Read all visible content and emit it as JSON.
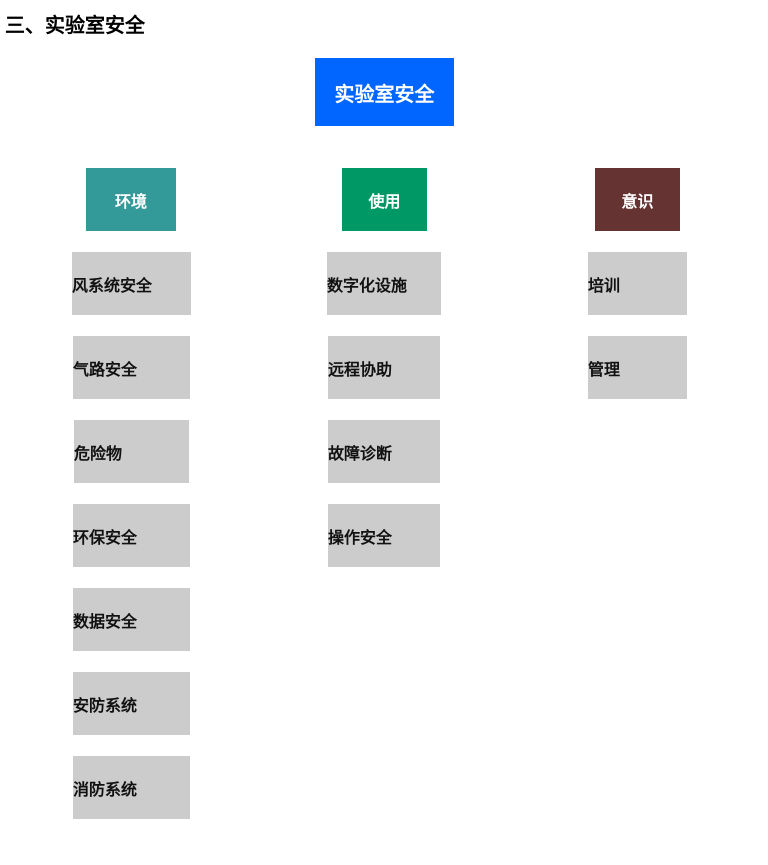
{
  "heading": "三、实验室安全",
  "colors": {
    "root": "#0066ff",
    "environment": "#339999",
    "usage": "#009966",
    "awareness": "#663333",
    "item": "#cccccc"
  },
  "root": {
    "label": "实验室安全"
  },
  "categories": [
    {
      "label": "环境",
      "items": [
        "风系统安全",
        "气路安全",
        "危险物",
        "环保安全",
        "数据安全",
        "安防系统",
        "消防系统"
      ]
    },
    {
      "label": "使用",
      "items": [
        "数字化设施",
        "远程协助",
        "故障诊断",
        "操作安全"
      ]
    },
    {
      "label": "意识",
      "items": [
        "培训",
        "管理"
      ]
    }
  ]
}
